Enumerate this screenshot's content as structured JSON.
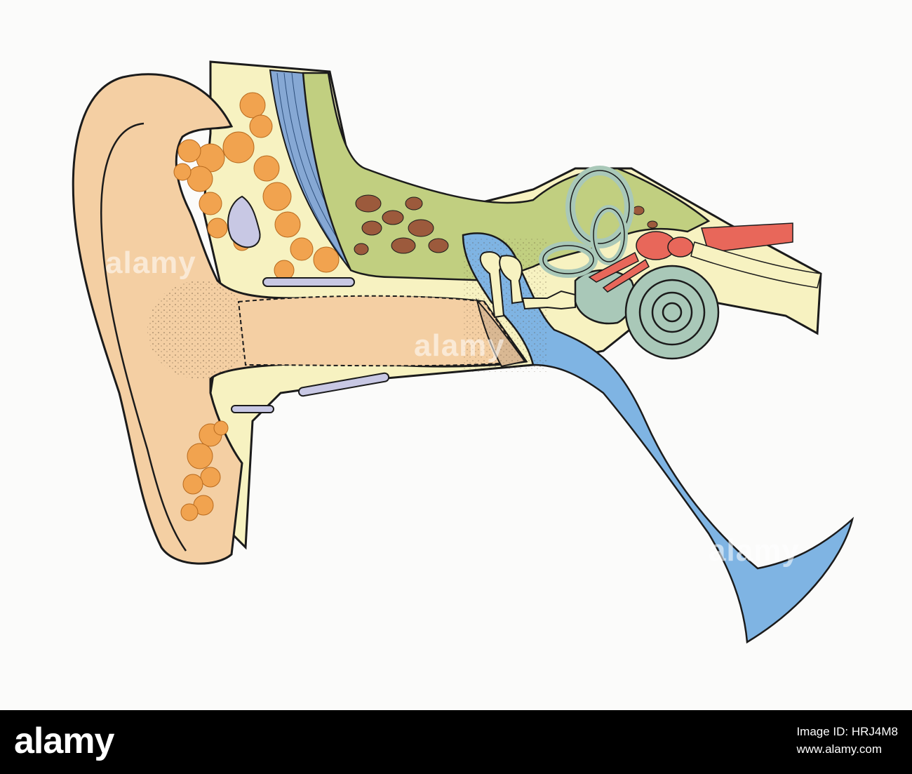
{
  "watermark": {
    "text": "alamy"
  },
  "footer": {
    "logo": "alamy",
    "image_id_line": "Image ID: HRJ4M8",
    "url": "www.alamy.com"
  },
  "colors": {
    "background": "#fbfbfa",
    "skin": "#f4cfa3",
    "tissue": "#f7f2c1",
    "fat": "#f1a34f",
    "bone": "#c1cf80",
    "marrow": "#9c5a3c",
    "muscle": "#86a8d4",
    "middle_ear": "#7fb4e3",
    "inner_ear": "#a9c8b8",
    "nerve": "#e8675a",
    "vein": "#c8c8e4",
    "outline": "#1b1b1b"
  }
}
